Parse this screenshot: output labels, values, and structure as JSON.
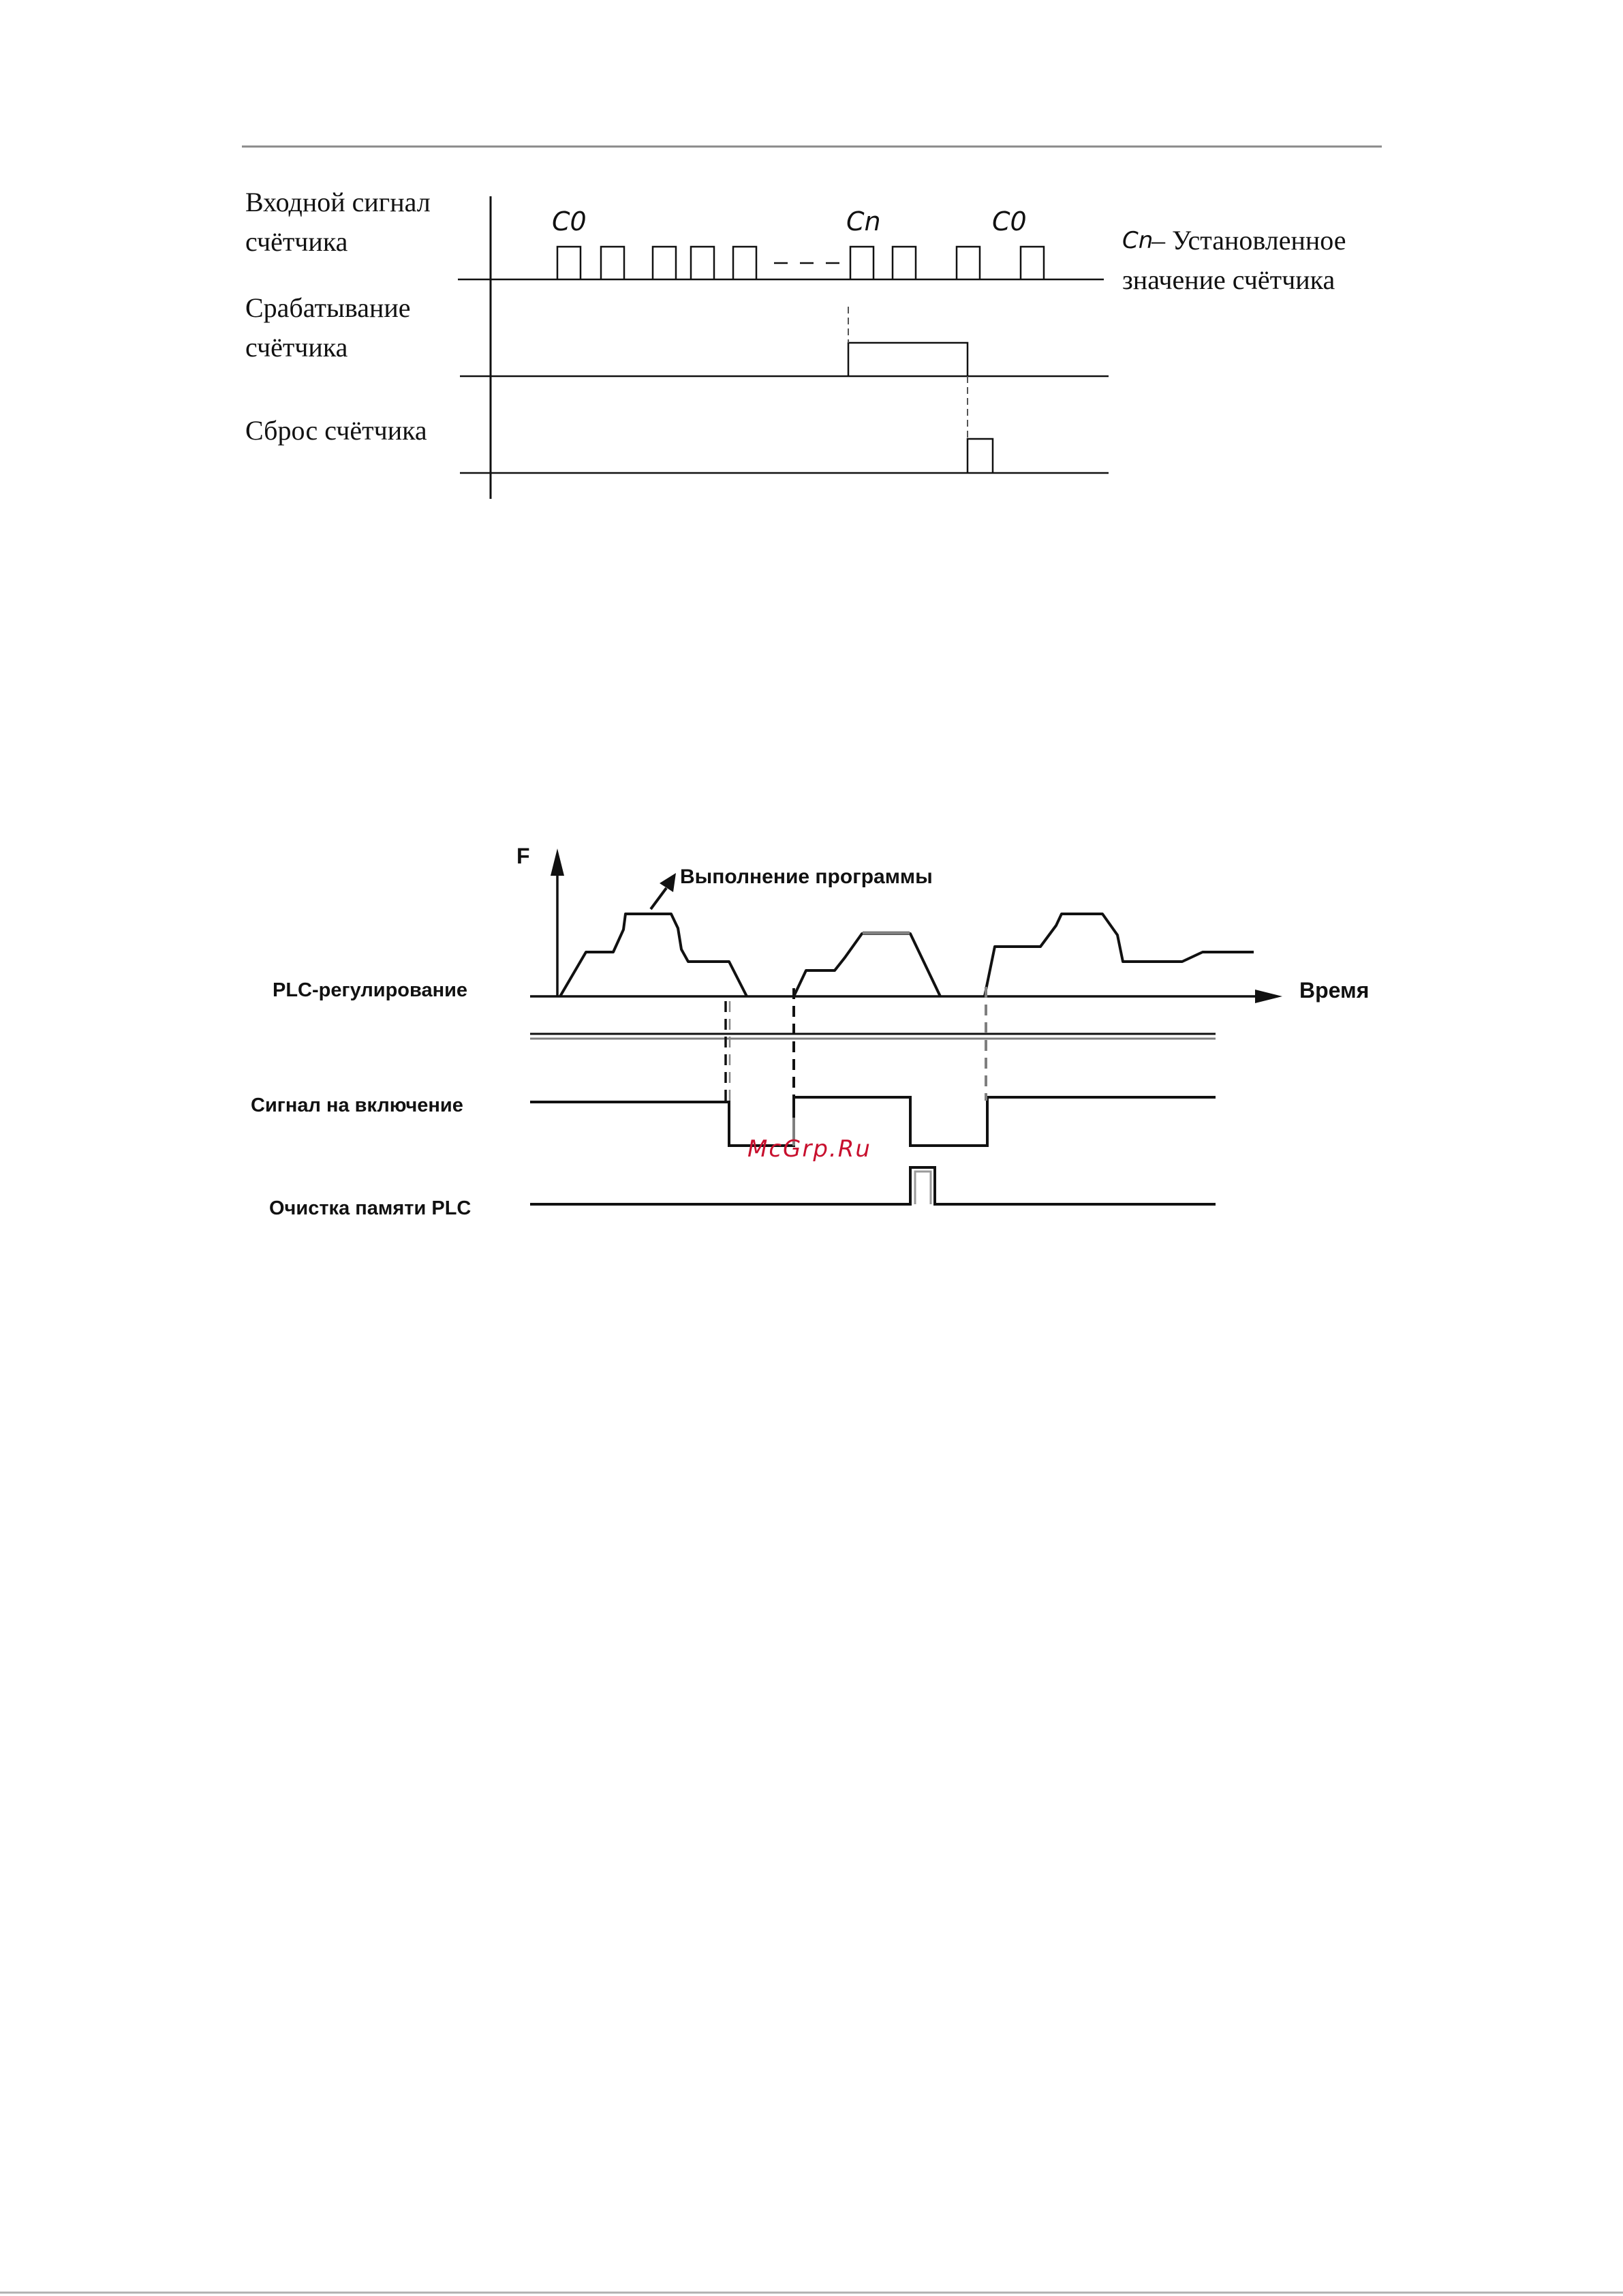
{
  "colors": {
    "ink": "#111111",
    "grey_line": "#7f7f7f",
    "watermark": "#c8102e"
  },
  "counter_diagram": {
    "row_input_line1": "Входной сигнал",
    "row_input_line2": "счётчика",
    "row_trigger_line1": "Срабатывание",
    "row_trigger_line2": "счётчика",
    "row_reset": "Сброс счётчика",
    "mark_c0_first": "C0",
    "mark_cn": "Cn",
    "mark_c0_second": "C0",
    "legend_symbol": "Cn",
    "legend_text_line1": "– Установленное",
    "legend_text_line2": "значение счётчика"
  },
  "plc_diagram": {
    "y_axis_label": "F",
    "x_axis_label": "Время",
    "annotation": "Выполнение программы",
    "row_plc": "PLC-регулирование",
    "row_enable": "Сигнал на включение",
    "row_clear": "Очистка памяти PLC"
  },
  "watermark": "McGrp.Ru"
}
